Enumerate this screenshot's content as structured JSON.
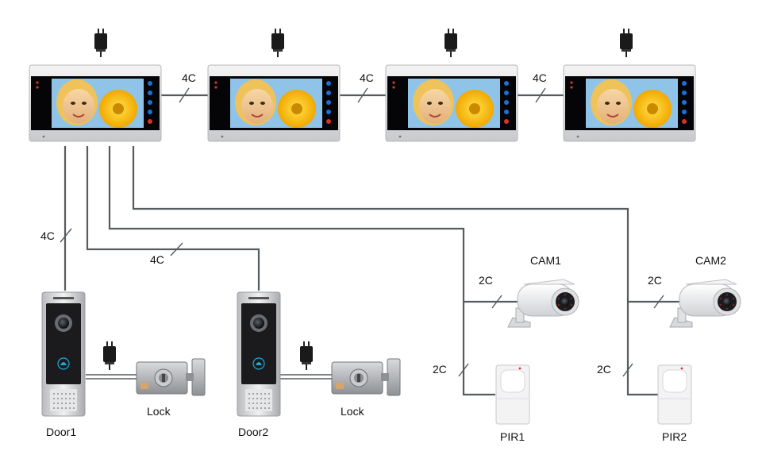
{
  "colors": {
    "wire": "#555b5e",
    "monitor_frame": "#e3e4e6",
    "monitor_bezel": "#0a0a0c",
    "camera_body": "#eeeeee",
    "door_panel": "#1b1b1e",
    "screen_blue": "#1c6fd8"
  },
  "monitors": [
    {
      "name": "monitor-1"
    },
    {
      "name": "monitor-2"
    },
    {
      "name": "monitor-3"
    },
    {
      "name": "monitor-4"
    }
  ],
  "links": {
    "monitor_1_2": "4C",
    "monitor_2_3": "4C",
    "monitor_3_4": "4C",
    "door1": "4C",
    "door2": "4C",
    "cam1": "2C",
    "pir1": "2C",
    "cam2": "2C",
    "pir2": "2C"
  },
  "devices": {
    "door1": "Door1",
    "door2": "Door2",
    "lock1": "Lock",
    "lock2": "Lock",
    "cam1": "CAM1",
    "cam2": "CAM2",
    "pir1": "PIR1",
    "pir2": "PIR2"
  },
  "icons": {
    "power": "power-adapter-icon",
    "call": "bell-icon"
  }
}
